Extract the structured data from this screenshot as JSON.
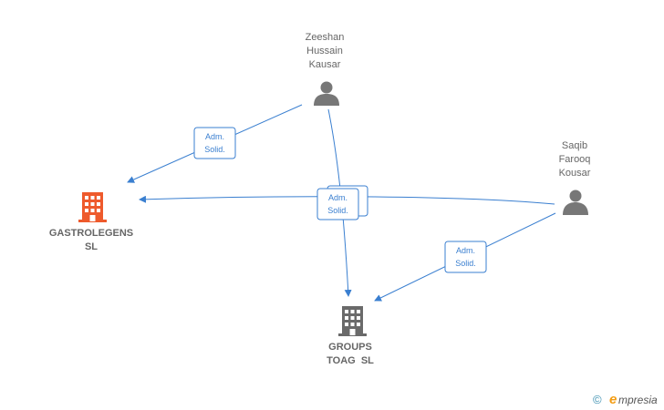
{
  "colors": {
    "edge": "#3a7fd0",
    "badge_border": "#3a7fd0",
    "badge_text": "#3a7fd0",
    "person_icon": "#777777",
    "company_main": "#ee5a2c",
    "company_other": "#6a6a6a",
    "label": "#666666"
  },
  "people": {
    "zeeshan": {
      "line1": "Zeeshan",
      "line2": "Hussain",
      "line3": "Kausar",
      "icon": "person-icon"
    },
    "saqib": {
      "line1": "Saqib",
      "line2": "Farooq",
      "line3": "Kousar",
      "icon": "person-icon"
    }
  },
  "companies": {
    "gastrolegens": {
      "line1": "GASTROLEGENS",
      "line2": "SL",
      "icon": "building-icon"
    },
    "groups": {
      "line1": "GROUPS",
      "line2": "TOAG  SL",
      "icon": "building-icon"
    }
  },
  "relations": {
    "zeeshan_gastrolegens": {
      "line1": "Adm.",
      "line2": "Solid."
    },
    "shared_center": {
      "line1": "Adm.",
      "line2": "Solid."
    },
    "saqib_groups": {
      "line1": "Adm.",
      "line2": "Solid."
    }
  },
  "footer": {
    "copyright_symbol": "©",
    "brand_initial": "e",
    "brand_rest": "mpresia"
  }
}
